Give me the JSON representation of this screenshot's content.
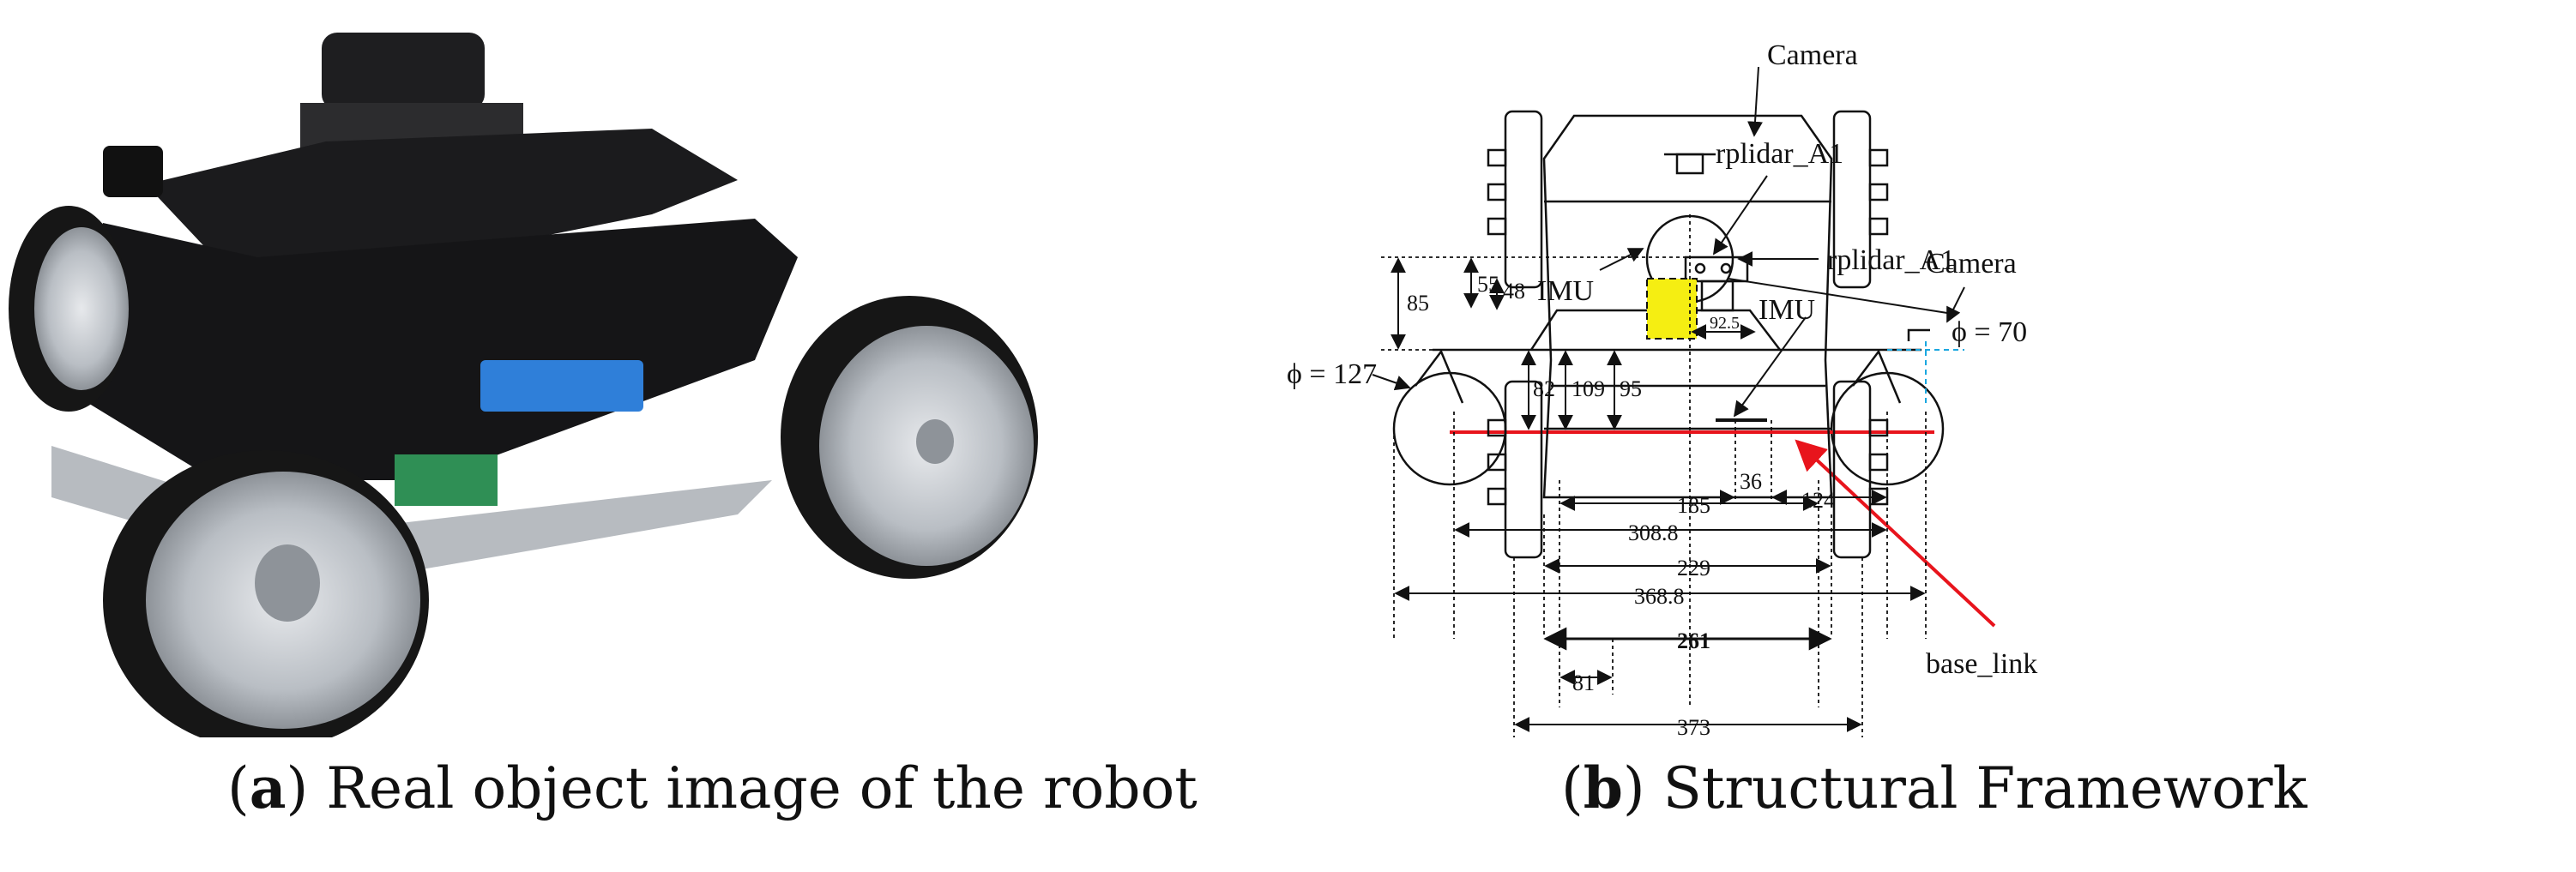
{
  "panel_a": {
    "caption_letter": "a",
    "caption_text": "Real object image of the robot"
  },
  "panel_b": {
    "caption_letter": "b",
    "caption_text": "Structural Framework",
    "side_view": {
      "label_lidar": "rplidar_A1",
      "label_camera": "Camera",
      "label_imu": "IMU",
      "label_wheel_dia": "ϕ = 127",
      "label_base_link": "base_link",
      "dims": {
        "h85": "85",
        "h55": "55",
        "h48": "48",
        "h82": "82",
        "h109": "109",
        "h95": "95",
        "w36": "36",
        "w124": "124",
        "w308": "308.8",
        "w368": "368.8"
      }
    },
    "top_view": {
      "label_camera": "Camera",
      "label_imu": "IMU",
      "label_lidar": "rplidar_A1",
      "label_lidar_dia": "ϕ = 70",
      "dims": {
        "d92": "92.5",
        "w185": "185",
        "w229": "229",
        "w261": "261",
        "w81": "81",
        "w373": "373"
      }
    },
    "colors": {
      "base_link": "#e8141c",
      "imu_box": "#f5ee12",
      "camera_axis": "#1aa7e0"
    }
  }
}
